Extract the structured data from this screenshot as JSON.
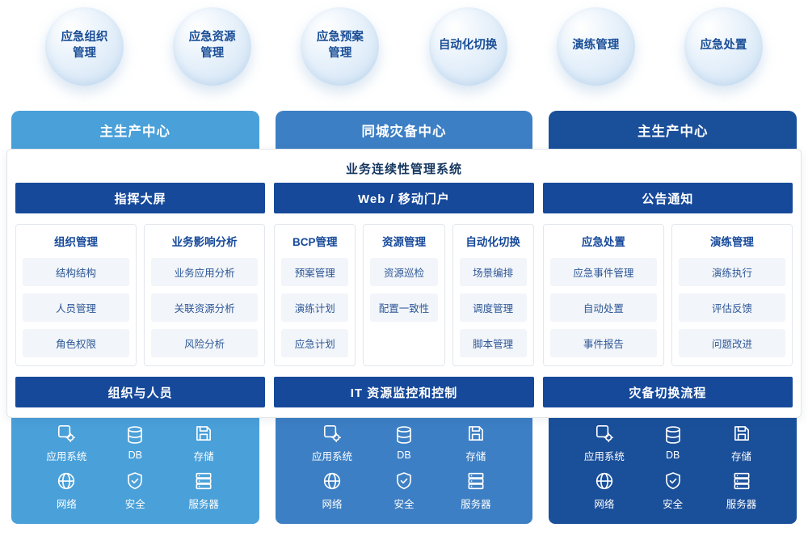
{
  "bubbles": [
    {
      "label": "应急组织\n管理"
    },
    {
      "label": "应急资源\n管理"
    },
    {
      "label": "应急预案\n管理"
    },
    {
      "label": "自动化切换"
    },
    {
      "label": "演练管理"
    },
    {
      "label": "应急处置"
    }
  ],
  "centers": [
    {
      "label": "主生产中心",
      "color": "#4aa0d9"
    },
    {
      "label": "同城灾备中心",
      "color": "#3d7fc4"
    },
    {
      "label": "主生产中心",
      "color": "#1a4f9a"
    }
  ],
  "system": {
    "title": "业务连续性管理系统",
    "sections": [
      {
        "header": "指挥大屏",
        "footer": "组织与人员"
      },
      {
        "header": "Web / 移动门户",
        "footer": "IT 资源监控和控制"
      },
      {
        "header": "公告通知",
        "footer": "灾备切换流程"
      }
    ],
    "columns": [
      {
        "title": "组织管理",
        "items": [
          "结构结构",
          "人员管理",
          "角色权限"
        ]
      },
      {
        "title": "业务影响分析",
        "items": [
          "业务应用分析",
          "关联资源分析",
          "风险分析"
        ]
      },
      {
        "title": "BCP管理",
        "items": [
          "预案管理",
          "演练计划",
          "应急计划"
        ]
      },
      {
        "title": "资源管理",
        "items": [
          "资源巡检",
          "配置一致性"
        ]
      },
      {
        "title": "自动化切换",
        "items": [
          "场景编排",
          "调度管理",
          "脚本管理"
        ]
      },
      {
        "title": "应急处置",
        "items": [
          "应急事件管理",
          "自动处置",
          "事件报告"
        ]
      },
      {
        "title": "演练管理",
        "items": [
          "演练执行",
          "评估反馈",
          "问题改进"
        ]
      }
    ]
  },
  "infrastructure": {
    "items": [
      {
        "icon": "app-system-icon",
        "label": "应用系统"
      },
      {
        "icon": "database-icon",
        "label": "DB"
      },
      {
        "icon": "storage-icon",
        "label": "存储"
      },
      {
        "icon": "network-icon",
        "label": "网络"
      },
      {
        "icon": "security-icon",
        "label": "安全"
      },
      {
        "icon": "server-icon",
        "label": "服务器"
      }
    ],
    "panels": [
      {
        "color": "#4aa0d9"
      },
      {
        "color": "#3d7fc4"
      },
      {
        "color": "#1a4f9a"
      }
    ]
  }
}
